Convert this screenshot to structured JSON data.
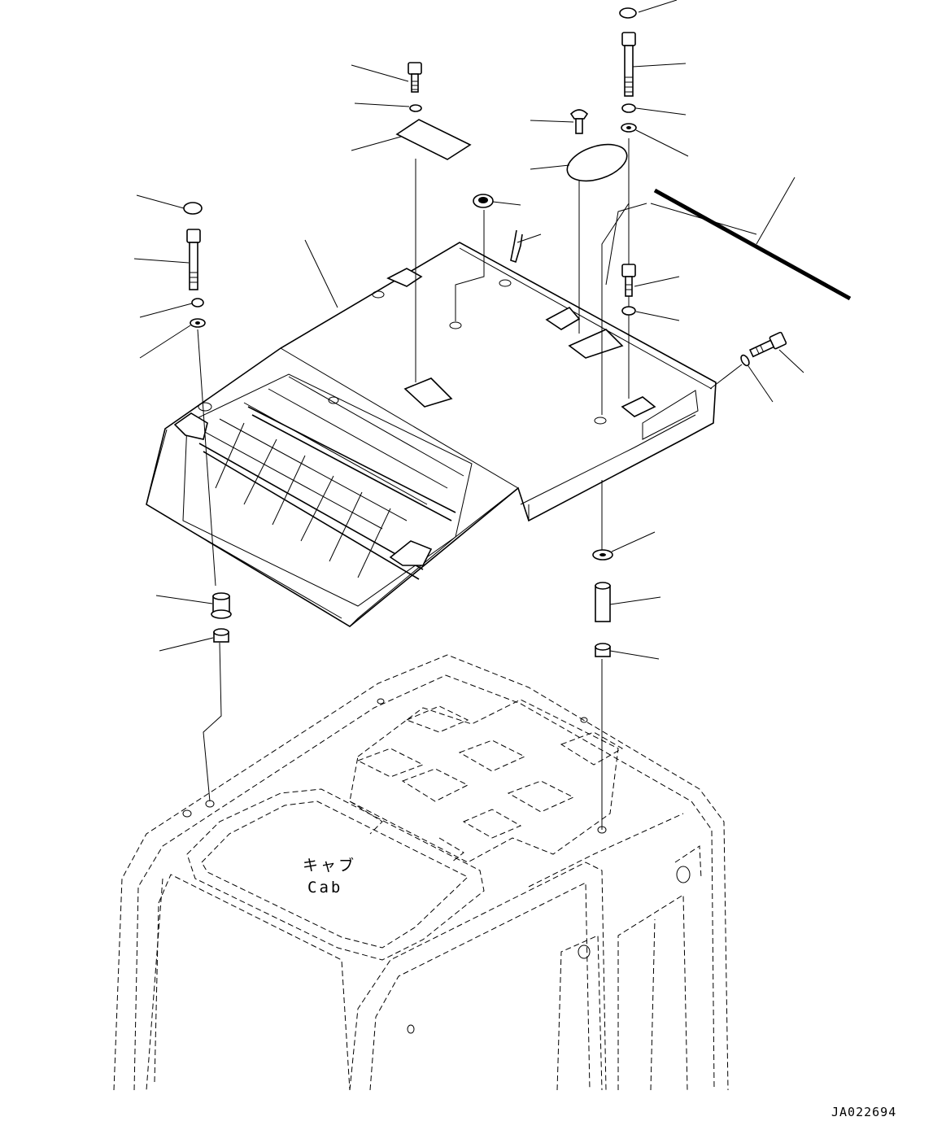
{
  "cab_label": {
    "jp": "キャブ",
    "en": "Cab"
  },
  "drawing_id": "JA022694",
  "parts": [
    "cap",
    "bolt",
    "washer",
    "spring-washer",
    "cover-plate",
    "round-cover",
    "grommet",
    "clip",
    "seal-strip",
    "roof-guard",
    "collar",
    "spacer",
    "nut"
  ]
}
